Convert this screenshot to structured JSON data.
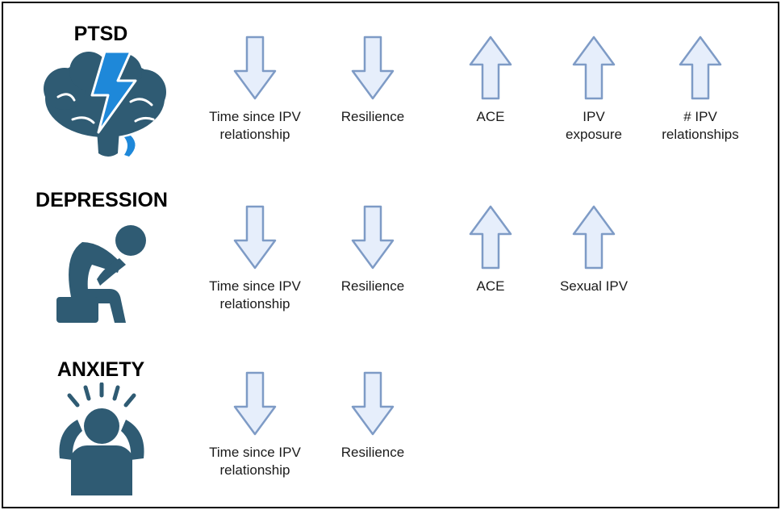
{
  "colors": {
    "icon": "#2f5b73",
    "bolt": "#1e88d9",
    "arrow_fill": "#e6eefb",
    "arrow_stroke": "#7e9bc6"
  },
  "rows": [
    {
      "title": "PTSD",
      "icon": "brain-lightning-icon",
      "factors": [
        {
          "direction": "down",
          "line1": "Time since IPV",
          "line2": "relationship"
        },
        {
          "direction": "down",
          "line1": "Resilience",
          "line2": ""
        },
        {
          "direction": "up",
          "line1": "ACE",
          "line2": ""
        },
        {
          "direction": "up",
          "line1": "IPV",
          "line2": "exposure"
        },
        {
          "direction": "up",
          "line1": "# IPV",
          "line2": "relationships"
        }
      ]
    },
    {
      "title": "DEPRESSION",
      "icon": "depressed-person-icon",
      "factors": [
        {
          "direction": "down",
          "line1": "Time since IPV",
          "line2": "relationship"
        },
        {
          "direction": "down",
          "line1": "Resilience",
          "line2": ""
        },
        {
          "direction": "up",
          "line1": "ACE",
          "line2": ""
        },
        {
          "direction": "up",
          "line1": "Sexual IPV",
          "line2": ""
        }
      ]
    },
    {
      "title": "ANXIETY",
      "icon": "anxious-person-icon",
      "factors": [
        {
          "direction": "down",
          "line1": "Time since IPV",
          "line2": "relationship"
        },
        {
          "direction": "down",
          "line1": "Resilience",
          "line2": ""
        }
      ]
    }
  ]
}
